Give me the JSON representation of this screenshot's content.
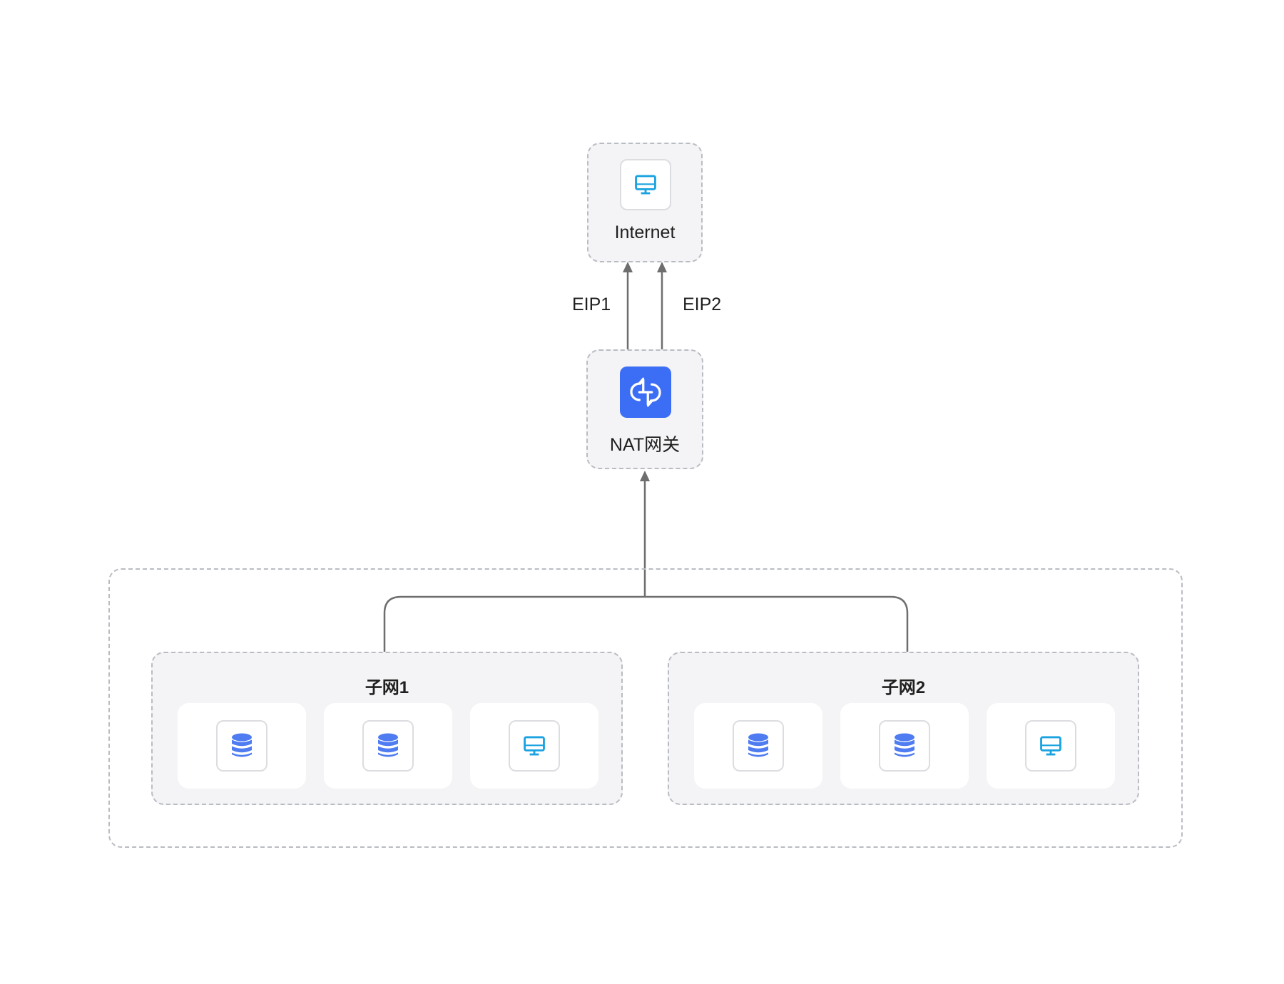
{
  "internet": {
    "label": "Internet",
    "icon": "monitor-icon"
  },
  "nat_gateway": {
    "label": "NAT网关",
    "icon": "nat-gateway-icon"
  },
  "edges": {
    "eip1_label": "EIP1",
    "eip2_label": "EIP2"
  },
  "subnets": [
    {
      "title": "子网1",
      "resources": [
        "database-icon",
        "database-icon",
        "monitor-icon"
      ]
    },
    {
      "title": "子网2",
      "resources": [
        "database-icon",
        "database-icon",
        "monitor-icon"
      ]
    }
  ],
  "colors": {
    "monitor": "#1aa3e0",
    "database": "#4f7cf0",
    "nat_bg": "#3c6ef5",
    "line": "#6e6e6e",
    "dash": "#b9bcc2"
  }
}
